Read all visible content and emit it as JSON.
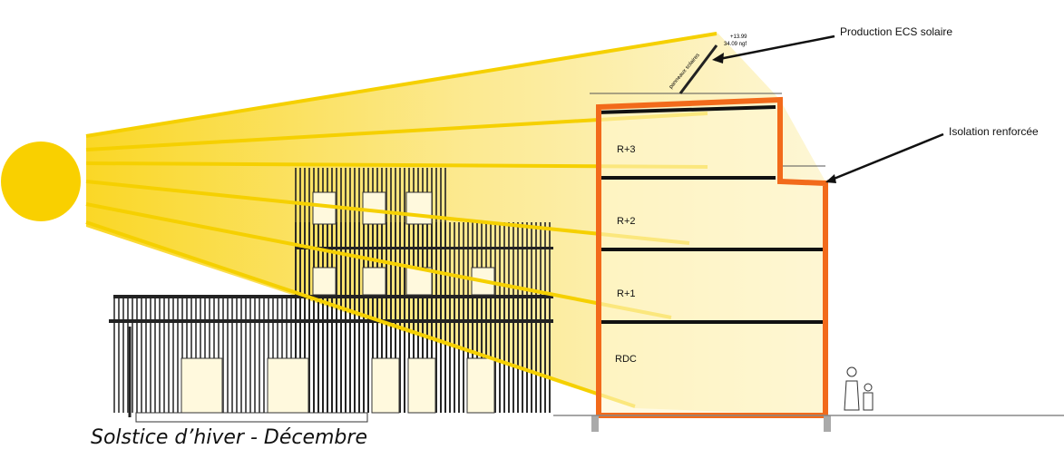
{
  "annotations": {
    "solar_hot_water": "Production ECS solaire",
    "insulation": "Isolation renforcée",
    "panels": "panneaux solaires",
    "elevation_top": "+13.99",
    "elevation_ngf": "34.09 ngf"
  },
  "floors": [
    "R+3",
    "R+2",
    "R+1",
    "RDC"
  ],
  "caption": "Solstice d’hiver - Décembre",
  "colors": {
    "sun": "#f9d000",
    "insulation": "#f26a1b",
    "rays": "#f5d000"
  }
}
